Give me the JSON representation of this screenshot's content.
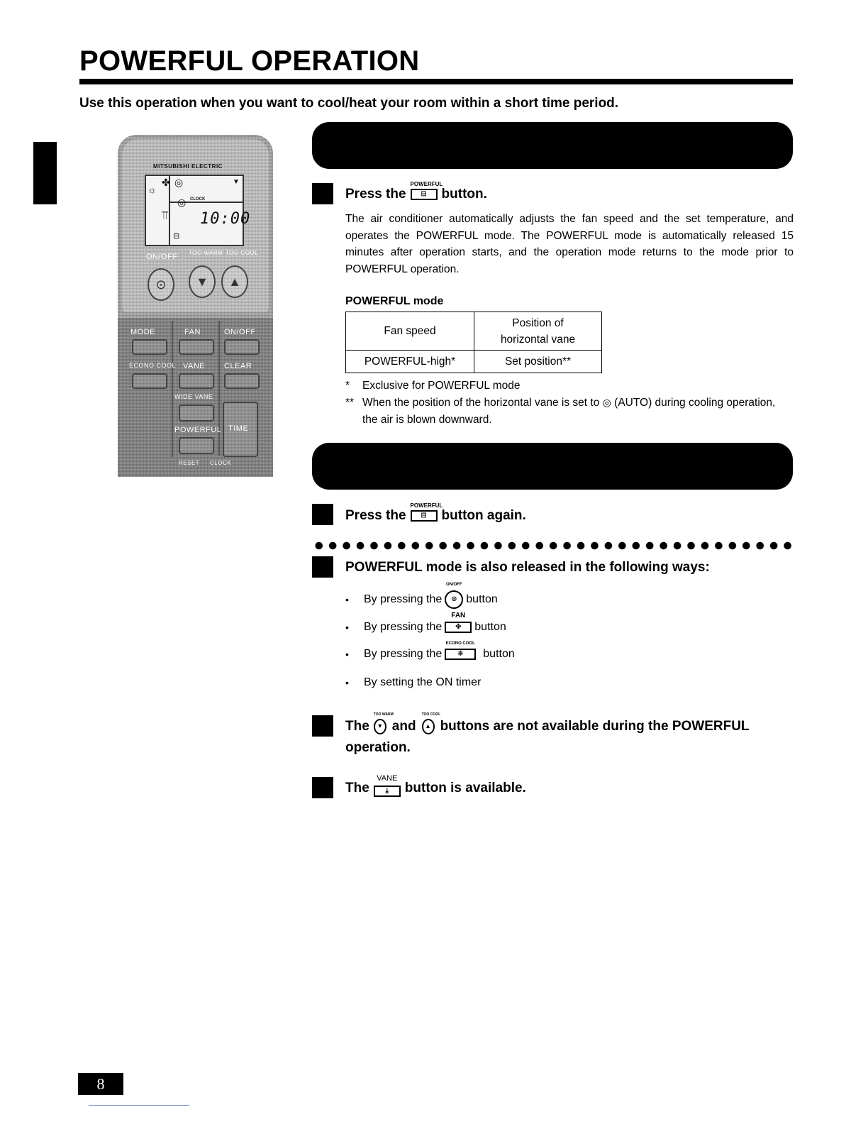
{
  "page": {
    "title": "POWERFUL OPERATION",
    "subtitle": "Use this operation when you want to cool/heat your room within a short time period.",
    "page_number": "8"
  },
  "remote": {
    "brand": "MITSUBISHI ELECTRIC",
    "clock_label": "CLOCK",
    "clock_display": "10:00",
    "labels": {
      "on_off": "ON/OFF",
      "too_warm": "TOO WARM",
      "too_cool": "TOO COOL",
      "mode": "MODE",
      "fan": "FAN",
      "on_off_timer": "ON/OFF",
      "econo_cool": "ECONO COOL",
      "vane": "VANE",
      "clear": "CLEAR",
      "wide_vane": "WIDE VANE",
      "powerful": "POWERFUL",
      "time": "TIME",
      "reset": "RESET",
      "clock": "CLOCK"
    }
  },
  "section_start": {
    "step_prefix": "Press the",
    "button_label": "POWERFUL",
    "step_suffix": "button.",
    "description": "The air conditioner automatically adjusts the fan speed and the set temperature, and operates the POWERFUL mode. The POWERFUL mode is automatically released 15 minutes after operation starts, and the operation mode returns to the mode prior to POWERFUL operation.",
    "table": {
      "title": "POWERFUL mode",
      "headers": [
        "Fan speed",
        "Position of horizontal vane"
      ],
      "rows": [
        [
          "POWERFUL-high*",
          "Set position**"
        ]
      ]
    },
    "notes": [
      {
        "mark": "*",
        "text": "Exclusive for POWERFUL mode"
      },
      {
        "mark": "**",
        "text_before": "When the position of the horizontal vane is set to",
        "text_after": "(AUTO) during cooling operation, the air is blown downward."
      }
    ]
  },
  "section_cancel": {
    "step_prefix": "Press the",
    "button_label": "POWERFUL",
    "step_suffix": "button again."
  },
  "release": {
    "heading": "POWERFUL mode is also released in the following ways:",
    "items": [
      {
        "prefix": "By pressing the",
        "button_label": "ON/OFF",
        "suffix": "button"
      },
      {
        "prefix": "By pressing the",
        "button_label": "FAN",
        "suffix": "button"
      },
      {
        "prefix": "By pressing the",
        "button_label": "ECONO COOL",
        "suffix": "button"
      },
      {
        "text": "By setting the ON timer"
      }
    ]
  },
  "notes_available": {
    "temp_prefix": "The",
    "temp_label_down": "TOO WARM",
    "temp_and": "and",
    "temp_label_up": "TOO COOL",
    "temp_suffix": "buttons are not available during the POWERFUL",
    "temp_suffix_2": "operation.",
    "vane_prefix": "The",
    "vane_label": "VANE",
    "vane_suffix": "button is available."
  }
}
